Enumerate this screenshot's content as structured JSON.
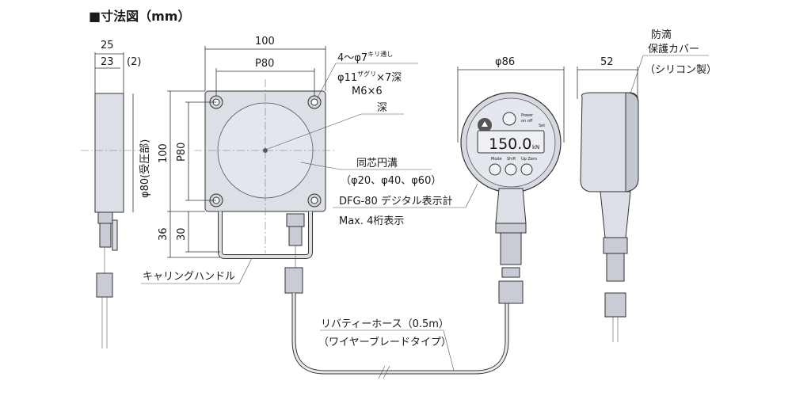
{
  "title": "■寸法図（mm）",
  "side_view": {
    "dim_25": "25",
    "dim_23": "23",
    "dim_2": "(2)",
    "dim_phi80": "φ80(受圧部)"
  },
  "front_view": {
    "dim_100_top": "100",
    "dim_p80_top": "P80",
    "dim_100_left": "100",
    "dim_p80_left": "P80",
    "dim_36": "36",
    "dim_30": "30",
    "hole_note_1": "4～φ7",
    "hole_note_1_sup": "キリ通し",
    "hole_note_2": "φ11",
    "hole_note_2_sup": "ザグリ",
    "hole_note_2_rest": "×7深",
    "screw_note": "M6×6",
    "depth_note": "深",
    "groove_note": "同芯円溝",
    "groove_sizes": "（φ20、φ40、φ60）",
    "handle_label": "キャリングハンドル"
  },
  "hose": {
    "label_1": "リバティーホース（0.5m）",
    "label_2": "（ワイヤーブレードタイプ）"
  },
  "indicator": {
    "dim_phi86": "φ86",
    "model_label": "DFG-80 デジタル表示計",
    "digits_label": "Max. 4桁表示",
    "reading_value": "150.0",
    "reading_unit": "kN",
    "power_label": "Power",
    "power_sub": "on off",
    "set_label": "Set",
    "btn_mode": "Mode",
    "btn_shift": "Shift",
    "btn_up_zero": "Up Zero"
  },
  "indicator_side": {
    "dim_52": "52",
    "cover_label_1": "防滴",
    "cover_label_2": "保護カバー",
    "cover_label_3": "（シリコン製）"
  },
  "colors": {
    "body": "#dcdfe6",
    "body_dark": "#c9ccd4",
    "line": "#333333",
    "display_bg": "#e9ecf0"
  }
}
